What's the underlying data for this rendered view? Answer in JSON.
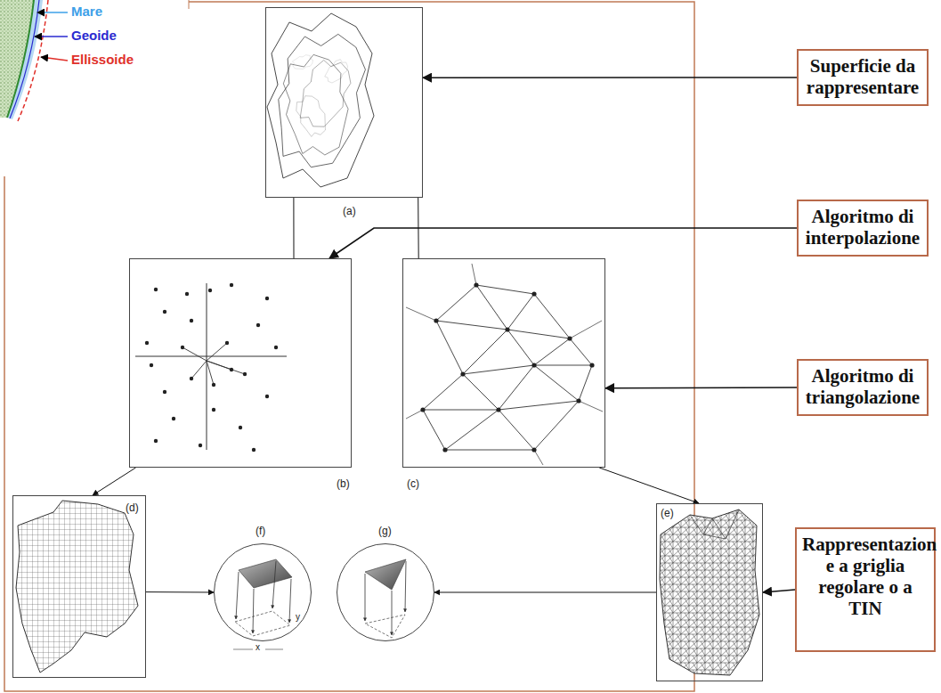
{
  "diagram": {
    "nodes": [
      {
        "text": [
          "(a)"
        ]
      },
      {
        "text": [
          "Superficie da rappresentare"
        ]
      },
      {
        "text": [
          "(b)"
        ]
      },
      {
        "text": [
          "(c)"
        ]
      },
      {
        "text": [
          "Algoritmo di interpolazione"
        ]
      },
      {
        "text": [
          "Algoritmo di triangolazione"
        ]
      },
      {
        "text": [
          "(d)"
        ]
      },
      {
        "text": [
          "(f)"
        ]
      },
      {
        "text": [
          "(g)"
        ]
      },
      {
        "text": [
          "(e)"
        ]
      },
      {
        "text": [
          "Rappresentazion e a griglia regolare o a TIN"
        ]
      }
    ],
    "edges": [
      {
        "from": 1,
        "to": 0,
        "arrow": "to"
      },
      {
        "from": 0,
        "to": 2,
        "arrow": "none"
      },
      {
        "from": 0,
        "to": 3,
        "arrow": "none"
      },
      {
        "from": 4,
        "to": 2,
        "arrow": "to"
      },
      {
        "from": 5,
        "to": 3,
        "arrow": "to"
      },
      {
        "from": 2,
        "to": 6,
        "arrow": "to"
      },
      {
        "from": 3,
        "to": 9,
        "arrow": "to"
      },
      {
        "from": 6,
        "to": 7,
        "arrow": "to"
      },
      {
        "from": 9,
        "to": 8,
        "arrow": "to"
      },
      {
        "from": 10,
        "to": 9,
        "arrow": "to"
      }
    ],
    "labels": [
      "Mare",
      "Geoide",
      "Ellissoide",
      "x",
      "y"
    ]
  }
}
